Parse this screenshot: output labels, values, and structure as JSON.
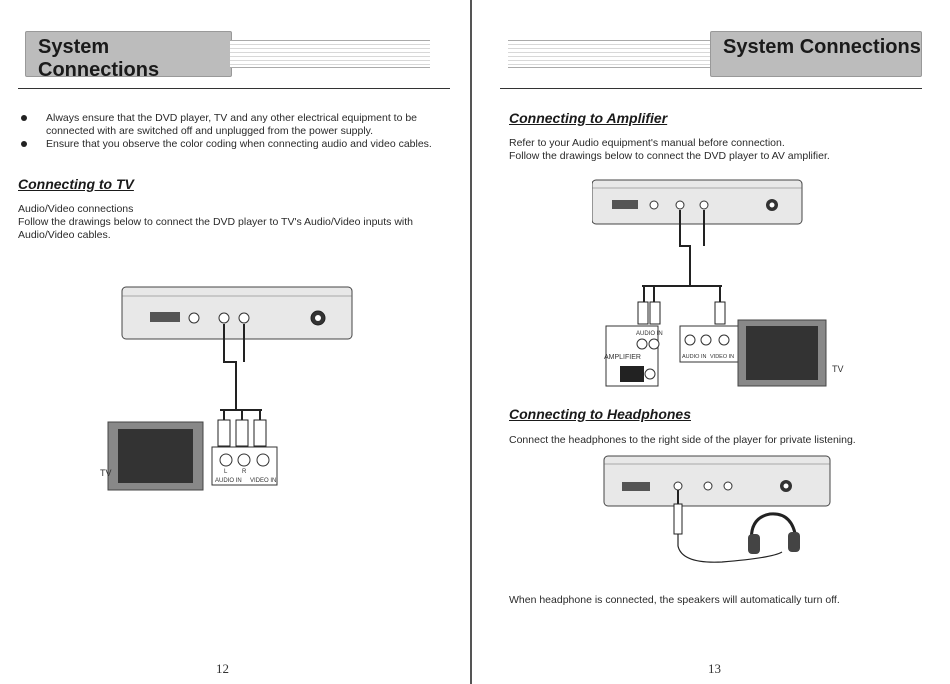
{
  "left_page": {
    "title": "System Connections",
    "bullets": [
      "Always ensure that the DVD player, TV and any other electrical equipment to be connected with are switched off and unplugged from the power supply.",
      "Ensure that you observe the color coding when connecting audio and video cables."
    ],
    "section_heading": "Connecting to TV",
    "section_line1": "Audio/Video connections",
    "section_line2": "Follow the drawings below to connect the DVD player to TV's Audio/Video inputs with Audio/Video cables.",
    "diagram": {
      "audio_in_label": "AUDIO IN",
      "video_in_label": "VIDEO IN",
      "tv_label": "TV",
      "left_jack": "L",
      "right_jack": "R"
    },
    "page_number": "12"
  },
  "right_page": {
    "title": "System Connections",
    "section1_heading": "Connecting to Amplifier",
    "section1_line1": "Refer to your Audio equipment's manual before connection.",
    "section1_line2": "Follow the drawings below to connect the DVD player to AV amplifier.",
    "diagram1": {
      "audio_in_label": "AUDIO IN",
      "audio_in_label_2": "AUDIO IN",
      "video_in_label": "VIDEO IN",
      "amplifier_label": "AMPLIFIER",
      "tv_label": "TV"
    },
    "section2_heading": "Connecting to Headphones",
    "section2_line": "Connect the headphones to the right side of the player for private listening.",
    "footer_line": "When headphone is connected, the speakers will automatically turn off.",
    "page_number": "13"
  }
}
